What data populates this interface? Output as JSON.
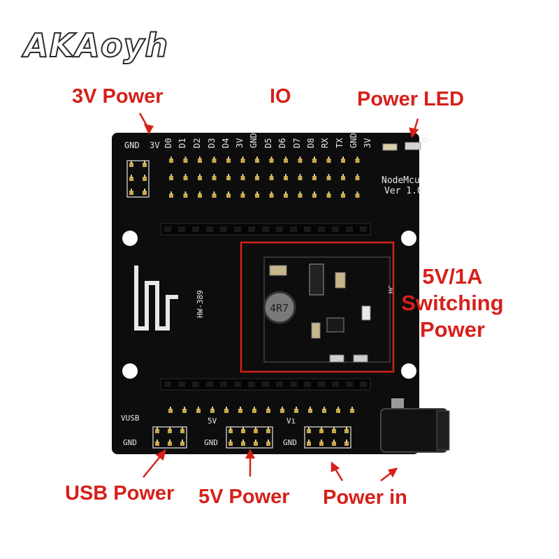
{
  "brand": {
    "logo_text": "AKAoyh"
  },
  "callouts": {
    "power_3v": "3V Power",
    "io": "IO",
    "power_led": "Power LED",
    "switching_line1": "5V/1A",
    "switching_line2": "Switching",
    "switching_line3": "Power",
    "usb_power": "USB Power",
    "power_5v": "5V Power",
    "power_in": "Power in"
  },
  "silkscreen": {
    "top_pins": [
      "GND",
      "3V",
      "D0",
      "D1",
      "D2",
      "D3",
      "D4",
      "3V",
      "GND",
      "D5",
      "D6",
      "D7",
      "D8",
      "RX",
      "TX",
      "GND",
      "3V"
    ],
    "board_name": "NodeMcu",
    "board_version": "Ver 1.0",
    "model": "HW-389",
    "hc": "HC",
    "inductor": "4R7",
    "vusb": "VUSB",
    "gnd_usb": "GND",
    "v5": "5V",
    "gnd_5v": "GND",
    "vin": "Vi",
    "gnd_vin": "GND"
  },
  "colors": {
    "annotation_red": "#d6201a",
    "board_black": "#0d0d0d",
    "silkscreen_white": "#e8e8e8"
  }
}
